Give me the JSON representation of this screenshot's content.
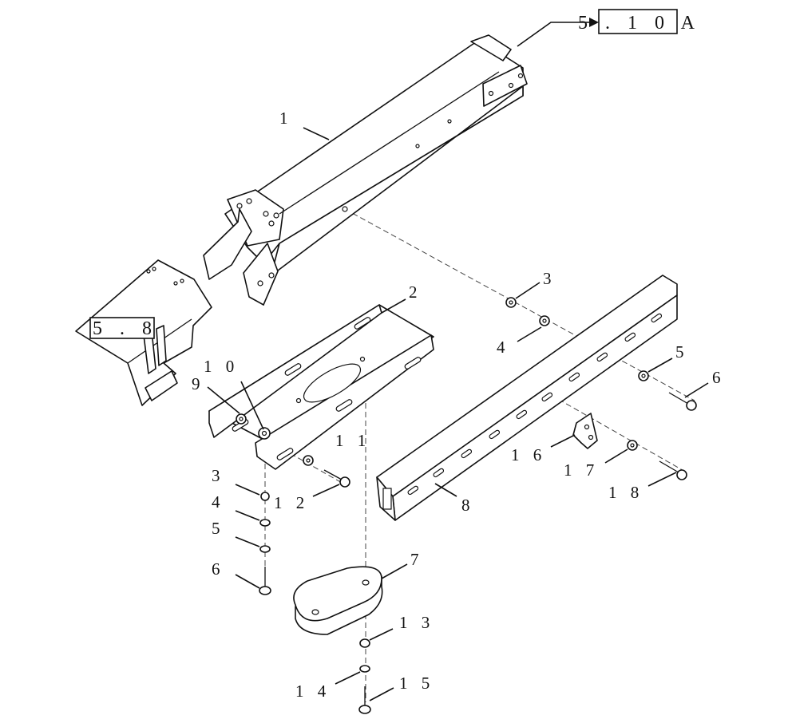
{
  "references": [
    {
      "id": "ref-5-10a",
      "text": "5.10A",
      "display": "5 . 1 0 A"
    },
    {
      "id": "ref-5-8",
      "text": "5.8",
      "display": "5 . 8"
    }
  ],
  "callouts": [
    {
      "id": "c1",
      "label": "1"
    },
    {
      "id": "c2",
      "label": "2"
    },
    {
      "id": "c3a",
      "label": "3"
    },
    {
      "id": "c4a",
      "label": "4"
    },
    {
      "id": "c5a",
      "label": "5"
    },
    {
      "id": "c6a",
      "label": "6"
    },
    {
      "id": "c3b",
      "label": "3"
    },
    {
      "id": "c4b",
      "label": "4"
    },
    {
      "id": "c5b",
      "label": "5"
    },
    {
      "id": "c6b",
      "label": "6"
    },
    {
      "id": "c7",
      "label": "7"
    },
    {
      "id": "c8",
      "label": "8"
    },
    {
      "id": "c9",
      "label": "9"
    },
    {
      "id": "c10",
      "label": "1 0"
    },
    {
      "id": "c11",
      "label": "1 1"
    },
    {
      "id": "c12",
      "label": "1 2"
    },
    {
      "id": "c13",
      "label": "1 3"
    },
    {
      "id": "c14",
      "label": "1 4"
    },
    {
      "id": "c15",
      "label": "1 5"
    },
    {
      "id": "c16",
      "label": "1 6"
    },
    {
      "id": "c17",
      "label": "1 7"
    },
    {
      "id": "c18",
      "label": "1 8"
    }
  ]
}
